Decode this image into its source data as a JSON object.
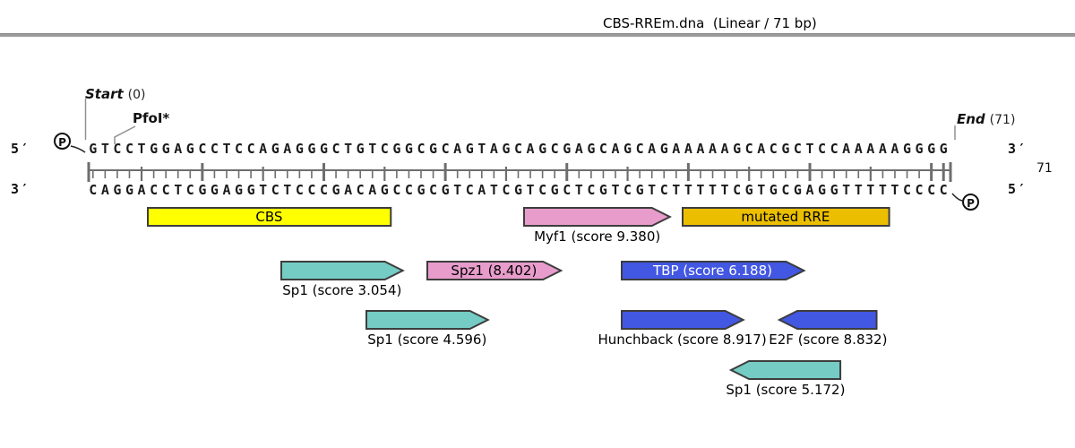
{
  "header": {
    "title": "CBS-RREm.dna  (Linear / 71 bp)"
  },
  "annotations": {
    "start": {
      "label": "Start",
      "position": "(0)"
    },
    "pfoi": {
      "label": "PfoI*"
    },
    "end": {
      "label": "End",
      "position": "(71)"
    }
  },
  "sequence": {
    "length": 71,
    "top_strand": "GTCCTGGAGCCTCCAGAGGGCTGTCGGCGCAGTAGCAGCGAGCAGCAGAAAAAGCACGCTCCAAAAAGGGG",
    "bottom_strand": "CAGGACCTCGGAGGTCTCCCGACAGCCGCGTCATCGTCGCTCGTCGTCTTTTTCGTGCGAGGTTTTTCCCC",
    "ends": {
      "top_left": "5′",
      "top_right": "3′",
      "bottom_left": "3′",
      "bottom_right": "5′"
    },
    "ruler_end_label": "71",
    "phosphate_symbol": "P"
  },
  "colors": {
    "feature_border": "#3d3d3d",
    "ruler": "#6e6e6e",
    "leader_line": "#909090"
  },
  "features": [
    {
      "name": "cbs",
      "label": "CBS",
      "start": 6,
      "end": 25,
      "direction": "none",
      "row": 0,
      "color": "#FFFF00",
      "text_color": "#000000",
      "label_inside": true
    },
    {
      "name": "myf1",
      "label": "Myf1 (score 9.380)",
      "start": 37,
      "end": 48,
      "direction": "right",
      "row": 0,
      "color": "#E79CCB",
      "text_color": "#000000",
      "label_inside": false
    },
    {
      "name": "mutated-rre",
      "label": "mutated RRE",
      "start": 50,
      "end": 66,
      "direction": "none",
      "row": 0,
      "color": "#EBBF00",
      "text_color": "#000000",
      "label_inside": true
    },
    {
      "name": "sp1-3054",
      "label": "Sp1 (score 3.054)",
      "start": 17,
      "end": 26,
      "direction": "right",
      "row": 1,
      "color": "#74CCC4",
      "text_color": "#000000",
      "label_inside": false
    },
    {
      "name": "spz1",
      "label": "Spz1 (8.402)",
      "start": 29,
      "end": 39,
      "direction": "right",
      "row": 1,
      "color": "#E79CCB",
      "text_color": "#000000",
      "label_inside": true
    },
    {
      "name": "tbp",
      "label": "TBP (score 6.188)",
      "start": 45,
      "end": 59,
      "direction": "right",
      "row": 1,
      "color": "#4257E2",
      "text_color": "#FFFFFF",
      "label_inside": true
    },
    {
      "name": "sp1-4596",
      "label": "Sp1 (score 4.596)",
      "start": 24,
      "end": 33,
      "direction": "right",
      "row": 2,
      "color": "#74CCC4",
      "text_color": "#000000",
      "label_inside": false
    },
    {
      "name": "hunchback",
      "label": "Hunchback (score 8.917)",
      "start": 45,
      "end": 54,
      "direction": "right",
      "row": 2,
      "color": "#4257E2",
      "text_color": "#000000",
      "label_inside": false
    },
    {
      "name": "e2f",
      "label": "E2F (score 8.832)",
      "start": 58,
      "end": 65,
      "direction": "left",
      "row": 2,
      "color": "#4257E2",
      "text_color": "#000000",
      "label_inside": false
    },
    {
      "name": "sp1-5172",
      "label": "Sp1 (score 5.172)",
      "start": 54,
      "end": 62,
      "direction": "left",
      "row": 3,
      "color": "#74CCC4",
      "text_color": "#000000",
      "label_inside": false
    }
  ]
}
